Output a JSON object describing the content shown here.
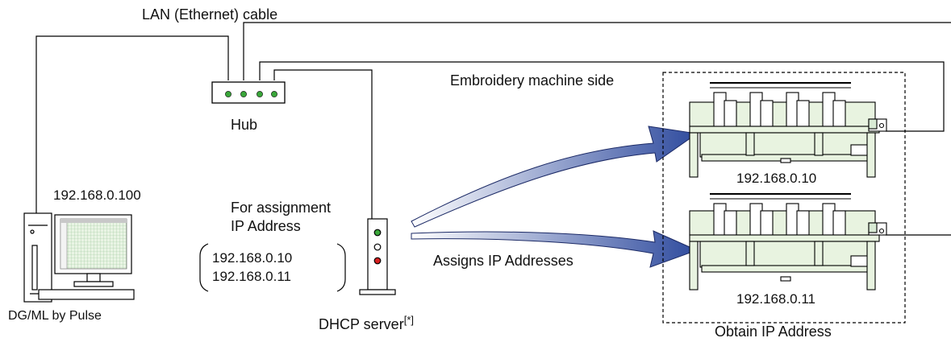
{
  "labels": {
    "lan_cable": "LAN (Ethernet) cable",
    "hub": "Hub",
    "machine_side": "Embroidery machine side",
    "pc_ip": "192.168.0.100",
    "for_assignment_line1": "For assignment",
    "for_assignment_line2": "IP Address",
    "pool_ip1": "192.168.0.10",
    "pool_ip2": "192.168.0.11",
    "assigns": "Assigns IP Addresses",
    "machine1_ip": "192.168.0.10",
    "machine2_ip": "192.168.0.11",
    "pc_name": "DG/ML by Pulse",
    "dhcp": "DHCP server",
    "dhcp_note": "[*]",
    "obtain": "Obtain IP Address"
  },
  "colors": {
    "line": "#000000",
    "machine_fill": "#e8f3e0",
    "led_green": "#3aa63a",
    "led_red": "#d62020",
    "arrow_dark": "#2f4b9e",
    "arrow_light": "#ffffff",
    "monitor_screen": "#d8ead4"
  }
}
